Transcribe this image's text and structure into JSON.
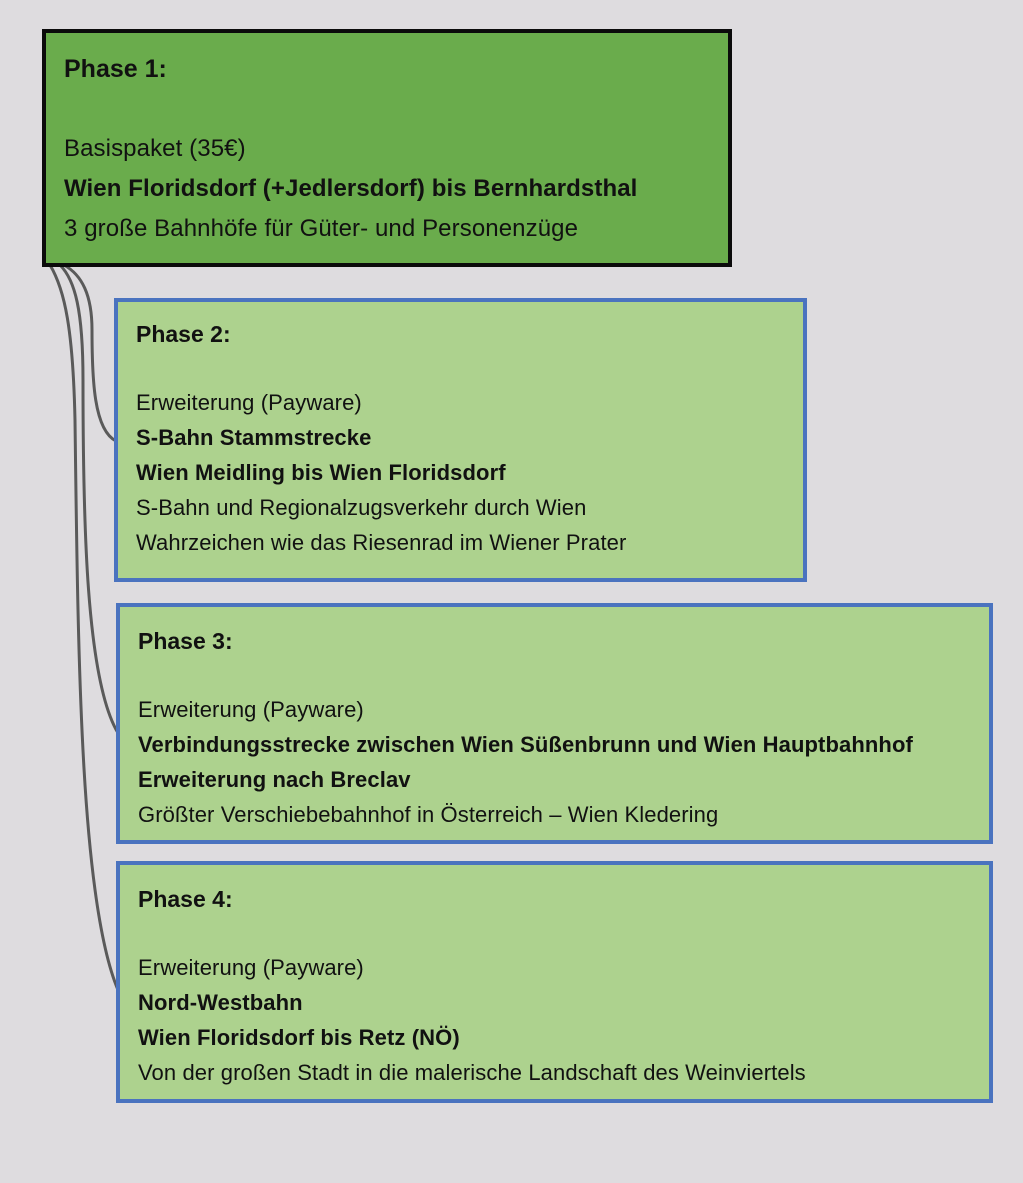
{
  "colors": {
    "background": "#dedcdf",
    "phase1_fill": "#6aac4c",
    "phase1_border": "#0b0b0b",
    "phase_fill": "#add28e",
    "phase_border": "#4a73bf",
    "connector": "#5a5a5a"
  },
  "phases": [
    {
      "title": "Phase 1:",
      "lines": [
        {
          "text": "Basispaket (35€)",
          "bold": false
        },
        {
          "text": "Wien Floridsdorf (+Jedlersdorf) bis Bernhardsthal",
          "bold": true
        },
        {
          "text": "3 große Bahnhöfe für Güter- und Personenzüge",
          "bold": false
        }
      ]
    },
    {
      "title": "Phase 2:",
      "lines": [
        {
          "text": "Erweiterung (Payware)",
          "bold": false
        },
        {
          "text": "S-Bahn Stammstrecke",
          "bold": true
        },
        {
          "text": "Wien Meidling bis Wien Floridsdorf",
          "bold": true
        },
        {
          "text": "S-Bahn und Regionalzugsverkehr durch Wien",
          "bold": false
        },
        {
          "text": "Wahrzeichen wie das Riesenrad im Wiener Prater",
          "bold": false
        }
      ]
    },
    {
      "title": "Phase 3:",
      "lines": [
        {
          "text": "Erweiterung (Payware)",
          "bold": false
        },
        {
          "text": "Verbindungsstrecke zwischen Wien Süßenbrunn und Wien Hauptbahnhof",
          "bold": true
        },
        {
          "text": "Erweiterung nach Breclav",
          "bold": true
        },
        {
          "text": "Größter Verschiebebahnhof in Österreich – Wien Kledering",
          "bold": false
        }
      ]
    },
    {
      "title": "Phase 4:",
      "lines": [
        {
          "text": "Erweiterung (Payware)",
          "bold": false
        },
        {
          "text": "Nord-Westbahn",
          "bold": true
        },
        {
          "text": "Wien Floridsdorf bis Retz (NÖ)",
          "bold": true
        },
        {
          "text": "Von der großen Stadt in die malerische Landschaft des Weinviertels",
          "bold": false
        }
      ]
    }
  ]
}
